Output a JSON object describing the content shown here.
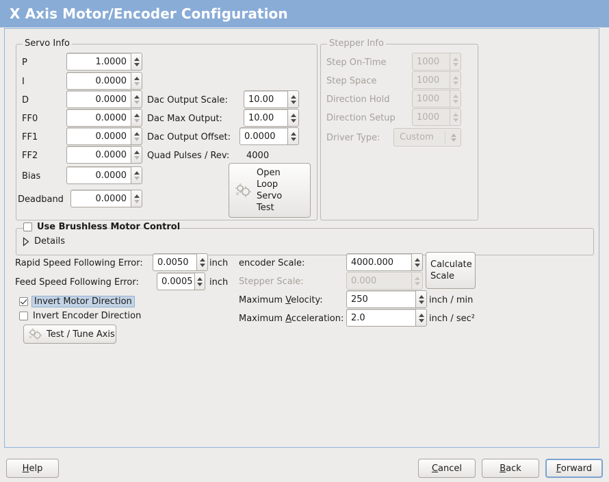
{
  "window": {
    "title": "X Axis Motor/Encoder Configuration",
    "titlebar_color": "#89ACD7",
    "background_color": "#edecea"
  },
  "servo_info": {
    "legend": "Servo Info",
    "fields": [
      {
        "label": "P",
        "value": "1.0000"
      },
      {
        "label": "I",
        "value": "0.0000"
      },
      {
        "label": "D",
        "value": "0.0000"
      },
      {
        "label": "FF0",
        "value": "0.0000"
      },
      {
        "label": "FF1",
        "value": "0.0000"
      },
      {
        "label": "FF2",
        "value": "0.0000"
      },
      {
        "label": "Bias",
        "value": "0.0000"
      },
      {
        "label": "Deadband",
        "value": "0.0000"
      }
    ],
    "dac": [
      {
        "label": "Dac Output Scale:",
        "value": "10.00"
      },
      {
        "label": "Dac Max Output:",
        "value": "10.00"
      },
      {
        "label": "Dac Output Offset:",
        "value": "0.0000"
      }
    ],
    "quad_pulses_label": "Quad Pulses / Rev:",
    "quad_pulses_value": "4000",
    "open_loop_button": "Open\nLoop\nServo\nTest",
    "open_loop_lines": [
      "Open",
      "Loop",
      "Servo",
      "Test"
    ]
  },
  "stepper_info": {
    "legend": "Stepper Info",
    "disabled": true,
    "fields": [
      {
        "label": "Step On-Time",
        "value": "1000"
      },
      {
        "label": "Step Space",
        "value": "1000"
      },
      {
        "label": "Direction Hold",
        "value": "1000"
      },
      {
        "label": "Direction Setup",
        "value": "1000"
      }
    ],
    "driver_type_label": "Driver Type:",
    "driver_type_value": "Custom"
  },
  "brushless": {
    "checkbox_label": "Use Brushless Motor Control",
    "checked": false,
    "details_label": "Details",
    "details_expanded": false
  },
  "tuning": {
    "rapid_following_error": {
      "label": "Rapid Speed Following Error:",
      "value": "0.0050",
      "unit": "inch"
    },
    "feed_following_error": {
      "label": "Feed Speed Following Error:",
      "value": "0.0005",
      "unit": "inch"
    },
    "invert_motor": {
      "label": "Invert Motor Direction",
      "checked": true,
      "focused": true
    },
    "invert_encoder": {
      "label": "Invert Encoder Direction",
      "checked": false,
      "focused": false
    },
    "test_tune_button": "Test / Tune Axis"
  },
  "scaling": {
    "encoder_scale": {
      "label": "encoder Scale:",
      "value": "4000.000",
      "disabled": false
    },
    "stepper_scale": {
      "label": "Stepper Scale:",
      "value": "0.000",
      "disabled": true
    },
    "max_velocity": {
      "label_pre": "Maximum ",
      "label_mn": "V",
      "label_post": "elocity:",
      "value": "250",
      "unit": "inch / min"
    },
    "max_acceleration": {
      "label_pre": "Maximum ",
      "label_mn": "A",
      "label_post": "cceleration:",
      "value": "2.0",
      "unit": "inch / sec²"
    },
    "calculate_button_lines": [
      "Calculate",
      "Scale"
    ]
  },
  "actions": {
    "help": {
      "pre": "",
      "mn": "H",
      "post": "elp"
    },
    "cancel": {
      "pre": "",
      "mn": "C",
      "post": "ancel"
    },
    "back": {
      "pre": "",
      "mn": "B",
      "post": "ack"
    },
    "forward": {
      "pre": "",
      "mn": "F",
      "post": "orward",
      "default": true
    }
  }
}
